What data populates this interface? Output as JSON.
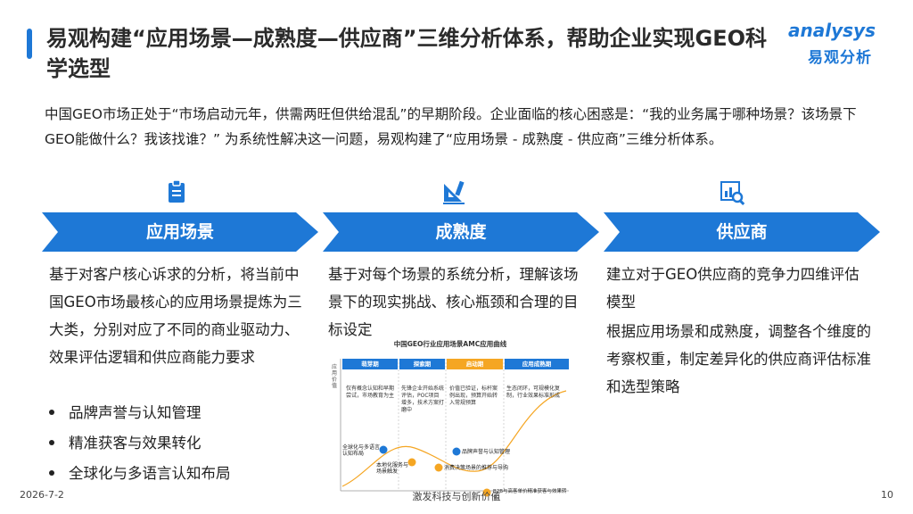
{
  "title": "易观构建“应用场景—成熟度—供应商”三维分析体系，帮助企业实现GEO科学选型",
  "logo": {
    "en": "analysys",
    "cn": "易观分析"
  },
  "intro": "中国GEO市场正处于“市场启动元年，供需两旺但供给混乱”的早期阶段。企业面临的核心困惑是：“我的业务属于哪种场景？该场景下GEO能做什么？我该找谁？” 为系统性解决这一问题，易观构建了“应用场景 - 成熟度 - 供应商”三维分析体系。",
  "columns": [
    {
      "icon": "clipboard-icon",
      "header": "应用场景",
      "text": "基于对客户核心诉求的分析，将当前中国GEO市场最核心的应用场景提炼为三大类，分别对应了不同的商业驱动力、效果评估逻辑和供应商能力要求",
      "bullets": [
        "品牌声誉与认知管理",
        "精准获客与效果转化",
        "全球化与多语言认知布局"
      ]
    },
    {
      "icon": "ruler-pen-icon",
      "header": "成熟度",
      "text": "基于对每个场景的系统分析，理解该场景下的现实挑战、核心瓶颈和合理的目标设定"
    },
    {
      "icon": "chart-search-icon",
      "header": "供应商",
      "text1": "建立对于GEO供应商的竞争力四维评估模型",
      "text2": "根据应用场景和成熟度，调整各个维度的考察权重，制定差异化的供应商评估标准和选型策略"
    }
  ],
  "mini_chart": {
    "title": "中国GEO行业应用场景AMC应用曲线",
    "ylabel": "应用价值",
    "stages": [
      {
        "name": "萌芽期",
        "desc": "仅有概念认知和早期尝试，市场教育为主"
      },
      {
        "name": "探索期",
        "desc": "先锋企业开始系统评估，POC项目增多，技术方案打磨中"
      },
      {
        "name": "启动期",
        "desc": "价值已验证，标杆案例出现，预算开始转入常规预算"
      },
      {
        "name": "应用成熟期",
        "desc": "生态闭环，可规模化复制，行业效果标准形成"
      }
    ],
    "points": [
      {
        "label": "全球化与多语言认知布局",
        "color": "#1e78d6"
      },
      {
        "label": "本地化服务与场景触发",
        "color": "#f5a623"
      },
      {
        "label": "消费决策场景的推荐与导购",
        "color": "#f5a623"
      },
      {
        "label": "品牌声誉与认知管理",
        "color": "#1e78d6"
      },
      {
        "label": "B2B与高客单价精准获客与效果转化",
        "color": "#f5a623"
      }
    ]
  },
  "footer": {
    "date": "2026-7-2",
    "slogan": "激发科技与创新价值",
    "page": "10"
  },
  "colors": {
    "accent": "#1e78d6",
    "orange": "#f5a623"
  }
}
